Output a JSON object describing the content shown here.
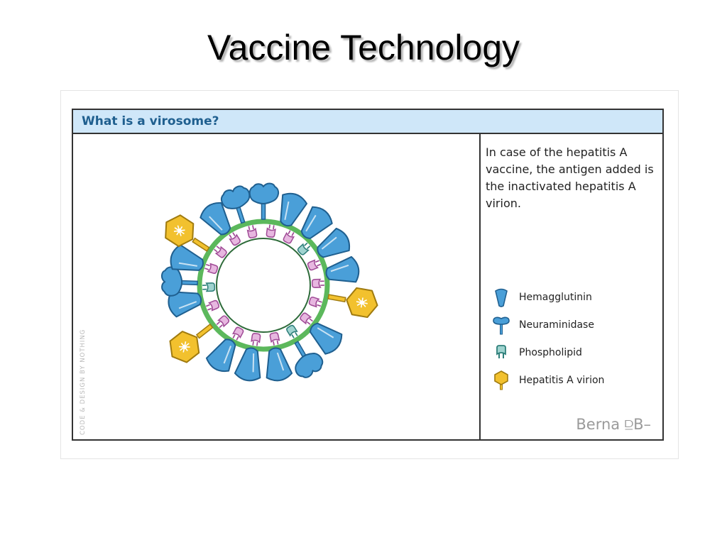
{
  "slide": {
    "title": "Vaccine Technology"
  },
  "panel": {
    "header": "What is a virosome?",
    "description": "In case of the hepatitis A vaccine, the antigen added is the inactivated hepatitis A virion.",
    "legend": [
      {
        "label": "Hemagglutinin",
        "icon": "hemagglutinin-icon",
        "color": "#4a9fd8"
      },
      {
        "label": "Neuraminidase",
        "icon": "neuraminidase-icon",
        "color": "#4a9fd8"
      },
      {
        "label": "Phospholipid",
        "icon": "phospholipid-icon",
        "color": "#2e7f7a"
      },
      {
        "label": "Hepatitis A virion",
        "icon": "hepatitis-a-virion-icon",
        "color": "#f2c12e"
      }
    ],
    "credit": "CODE & DESIGN BY NOTHING",
    "brand": "Berna ⫒B–"
  },
  "colors": {
    "header_bg": "#cfe7f9",
    "header_text": "#1f5f8f",
    "membrane": "#5cb85c",
    "spike_fill": "#4a9fd8",
    "virion_fill": "#f2c12e",
    "phospholipid_pink": "#c86bb8",
    "phospholipid_teal": "#2e7f7a"
  }
}
